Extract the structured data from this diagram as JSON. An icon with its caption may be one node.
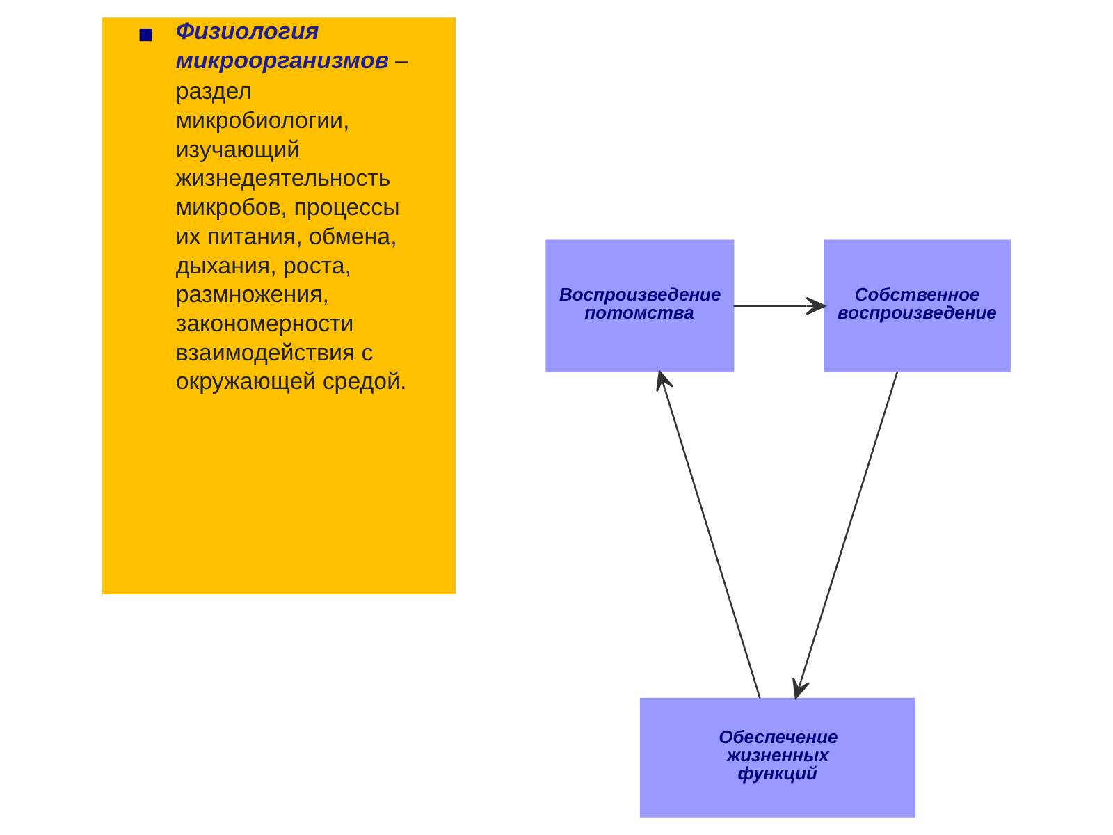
{
  "diagram": {
    "nodes": [
      {
        "text": [
          "**Физиология микроорганизмов** – раздел микробиологии, изучающий жизнедеятельность микробов, процессы их питания, обмена, дыхания, роста, размножения, закономерности взаимодействия с окружающей средой."
        ]
      },
      {
        "text": [
          "Воспроизведение потомства"
        ]
      },
      {
        "text": [
          "Собственное воспроизведение"
        ]
      },
      {
        "text": [
          "Обеспечение жизненных функций"
        ]
      }
    ],
    "edges": [
      {
        "from": 1,
        "to": 2,
        "arrow": "to"
      },
      {
        "from": 2,
        "to": 3,
        "arrow": "to"
      },
      {
        "from": 3,
        "to": 1,
        "arrow": "to"
      }
    ]
  }
}
